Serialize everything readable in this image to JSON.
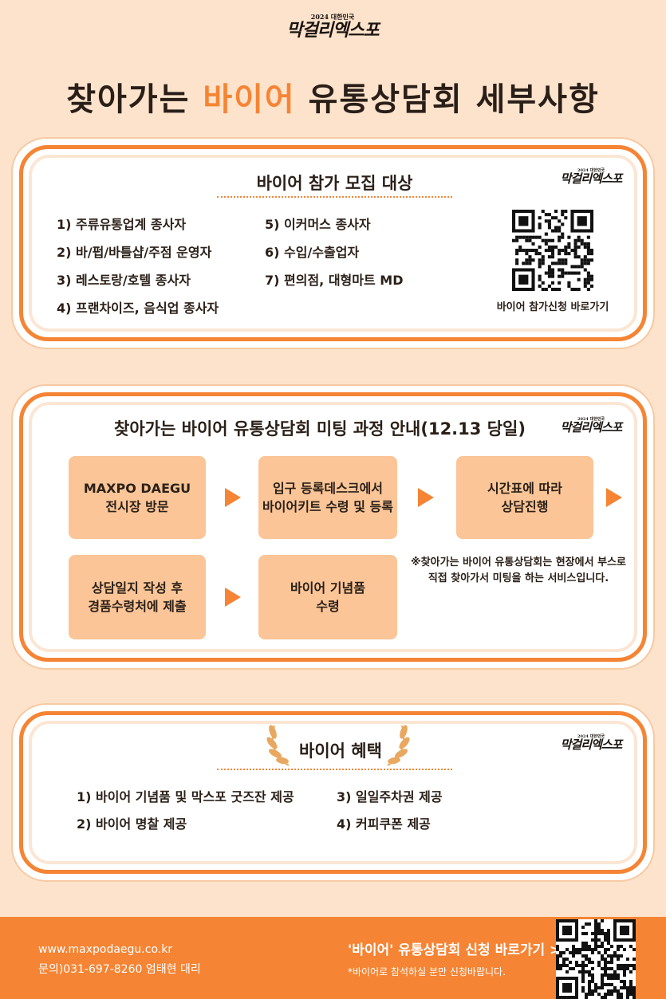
{
  "logo": {
    "year": "2024 대한민국",
    "name": "막걸리엑스포"
  },
  "title": {
    "part1": "찾아가는 ",
    "accent": "바이어",
    "part2": " 유통상담회 세부사항"
  },
  "recruit": {
    "title": "바이어 참가 모집 대상",
    "left": [
      "1) 주류유통업계 종사자",
      "2) 바/펍/바틀샵/주점 운영자",
      "3) 레스토랑/호텔 종사자",
      "4) 프랜차이즈, 음식업 종사자"
    ],
    "right": [
      "5) 이커머스 종사자",
      "6) 수입/수출업자",
      "7) 편의점, 대형마트 MD"
    ],
    "qr_caption": "바이어 참가신청 바로가기"
  },
  "process": {
    "title": "찾아가는 바이어 유통상담회 미팅 과정 안내(12.13 당일)",
    "steps": [
      {
        "line1": "MAXPO DAEGU",
        "line2": "전시장 방문"
      },
      {
        "line1": "입구 등록데스크에서",
        "line2": "바이어키트 수령 및 등록"
      },
      {
        "line1": "시간표에 따라",
        "line2": "상담진행"
      },
      {
        "line1": "상담일지 작성 후",
        "line2": "경품수령처에 제출"
      },
      {
        "line1": "바이어 기념품",
        "line2": "수령"
      }
    ],
    "note_line1": "※찾아가는 바이어 유통상담회는 현장에서 부스로",
    "note_line2": "직접 찾아가서 미팅을 하는 서비스입니다."
  },
  "benefits": {
    "title": "바이어 혜택",
    "left": [
      "1) 바이어 기념품 및 막스포 굿즈잔 제공",
      "2) 바이어 명찰 제공"
    ],
    "right": [
      "3) 일일주차권 제공",
      "4) 커피쿠폰 제공"
    ]
  },
  "footer": {
    "site": "www.maxpodaegu.co.kr",
    "contact": "문의)031-697-8260 엄태현 대리",
    "cta": "'바이어' 유통상담회 신청 바로가기 >",
    "cta_note": "*바이어로 참석하실 분만 신청바랍니다."
  },
  "colors": {
    "accent": "#f58434",
    "background": "#fde3cc",
    "step_fill": "#fbc597"
  }
}
